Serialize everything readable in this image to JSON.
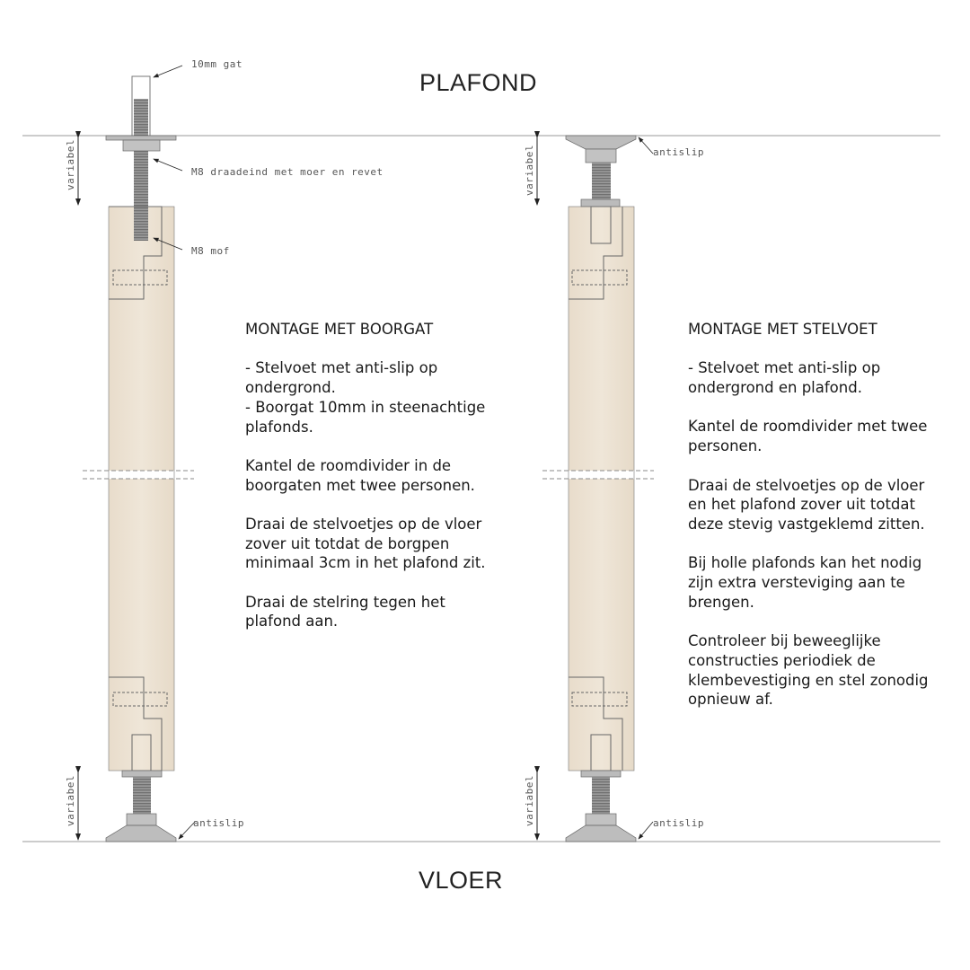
{
  "labels": {
    "ceiling": "PLAFOND",
    "floor": "VLOER"
  },
  "annotations": {
    "hole": "10mm gat",
    "rod": "M8 draadeind met moer en revet",
    "sleeve": "M8 mof",
    "antislip": "antislip",
    "variable": "variabel"
  },
  "left_text": {
    "title": "MONTAGE MET BOORGAT",
    "p1": "- Stelvoet met anti-slip op ondergrond.",
    "p1b": "- Boorgat 10mm in steenachtige plafonds.",
    "p2": "Kantel de roomdivider in de boorgaten met twee personen.",
    "p3": "Draai de stelvoetjes op de vloer zover uit totdat de borgpen minimaal 3cm in het plafond zit.",
    "p4": "Draai de stelring tegen het plafond aan."
  },
  "right_text": {
    "title": "MONTAGE MET STELVOET",
    "p1": "- Stelvoet met anti-slip op ondergrond en plafond.",
    "p2": "Kantel de roomdivider met twee personen.",
    "p3": "Draai de stelvoetjes op de vloer en het plafond zover uit totdat deze stevig vastgeklemd zitten.",
    "p4": "Bij holle plafonds kan het nodig zijn extra versteviging aan te brengen.",
    "p5": "Controleer bij beweeglijke constructies periodiek de klembevestiging en stel zonodig opnieuw af."
  },
  "colors": {
    "wood": "#ece2d3",
    "metal": "#b9b9b9",
    "line": "#888888"
  }
}
